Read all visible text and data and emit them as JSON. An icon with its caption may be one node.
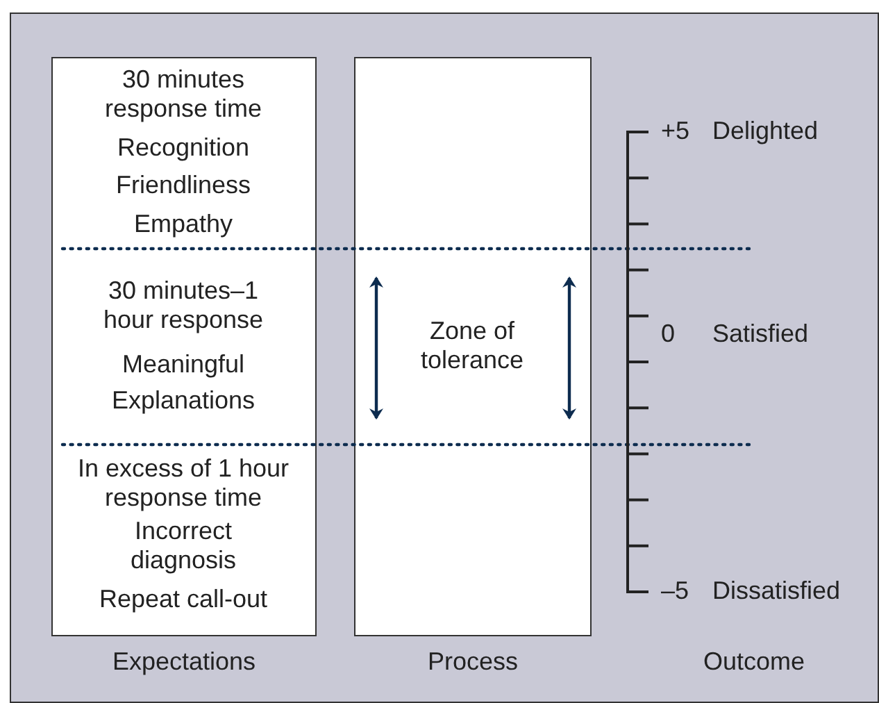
{
  "diagram": {
    "nodes": [
      {
        "text": [
          "30 minutes response time",
          "Recognition",
          "Friendliness",
          "Empathy",
          "30 minutes–1 hour response",
          "Meaningful",
          "Explanations",
          "In excess of 1 hour response time",
          "Incorrect diagnosis",
          "Repeat call-out",
          "Expectations"
        ]
      },
      {
        "text": [
          "Zone of tolerance",
          "Process"
        ]
      }
    ],
    "edges": [],
    "labels": [
      "+5",
      "Delighted",
      "0",
      "Satisfied",
      "–5",
      "Dissatisfied",
      "Outcome"
    ]
  }
}
